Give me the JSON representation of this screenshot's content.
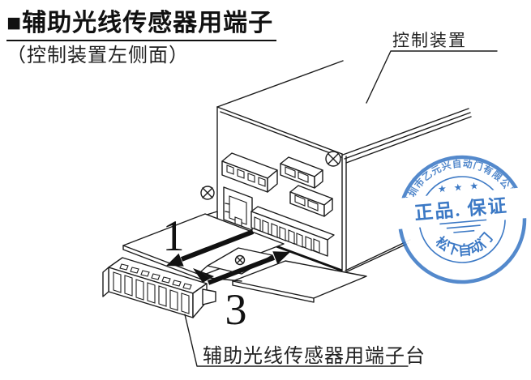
{
  "page": {
    "background": "#ffffff"
  },
  "header": {
    "title": "■辅助光线传感器用端子",
    "subtitle": "（控制装置左侧面）"
  },
  "callouts": {
    "device_label": "控制装置",
    "terminal_label": "辅助光线传感器用端子台"
  },
  "steps": {
    "remove": "1",
    "insert": "3"
  },
  "stamp": {
    "company_arc": "深圳市乙元兴自动门有限公司",
    "stars": "★ ★ ★",
    "band_text": "正品. 保证",
    "bottom_arc": "松下自动门",
    "ink_color": "#2e6fc1"
  }
}
